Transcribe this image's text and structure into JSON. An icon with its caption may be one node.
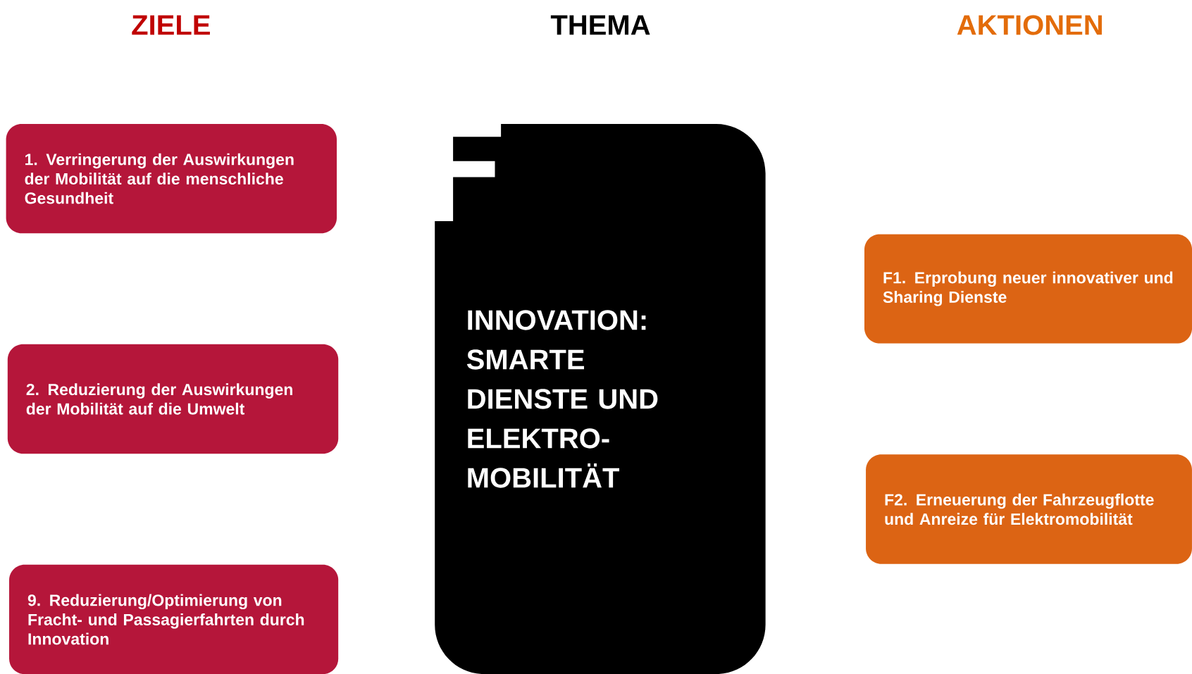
{
  "diagram": {
    "nodes": [
      {
        "text": [
          "1. Verringerung der Auswirkungen der Mobilität auf die menschliche Gesundheit"
        ]
      },
      {
        "text": [
          "2. Reduzierung der Auswirkungen der Mobilität auf die Umwelt"
        ]
      },
      {
        "text": [
          "9. Reduzierung/Optimierung von Fracht- und Passagierfahrten durch Innovation"
        ]
      },
      {
        "text": [
          "INNOVATION: SMARTE DIENSTE UND ELEKTRO-MOBILITÄT"
        ]
      },
      {
        "text": [
          "F1. Erprobung neuer innovativer und Sharing Dienste"
        ]
      },
      {
        "text": [
          "F2. Erneuerung der Fahrzeugflotte und Anreize für Elektromobilität"
        ]
      }
    ],
    "labels": [
      "ZIELE",
      "THEMA",
      "AKTIONEN"
    ]
  }
}
